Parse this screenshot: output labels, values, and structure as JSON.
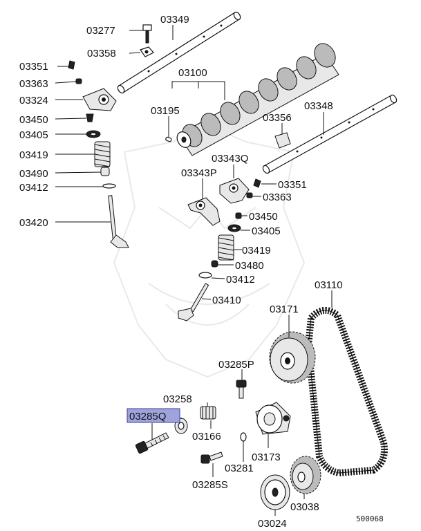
{
  "diagram": {
    "highlighted_part": "03285Q",
    "diagram_code": "500068",
    "labels": [
      {
        "id": "03349",
        "text": "03349"
      },
      {
        "id": "03277",
        "text": "03277"
      },
      {
        "id": "03358",
        "text": "03358"
      },
      {
        "id": "03351a",
        "text": "03351"
      },
      {
        "id": "03100",
        "text": "03100"
      },
      {
        "id": "03363a",
        "text": "03363"
      },
      {
        "id": "03324",
        "text": "03324"
      },
      {
        "id": "03195",
        "text": "03195"
      },
      {
        "id": "03348",
        "text": "03348"
      },
      {
        "id": "03450a",
        "text": "03450"
      },
      {
        "id": "03356",
        "text": "03356"
      },
      {
        "id": "03405a",
        "text": "03405"
      },
      {
        "id": "03419a",
        "text": "03419"
      },
      {
        "id": "03343Q",
        "text": "03343Q"
      },
      {
        "id": "03490",
        "text": "03490"
      },
      {
        "id": "03343P",
        "text": "03343P"
      },
      {
        "id": "03412a",
        "text": "03412"
      },
      {
        "id": "03351b",
        "text": "03351"
      },
      {
        "id": "03363b",
        "text": "03363"
      },
      {
        "id": "03420",
        "text": "03420"
      },
      {
        "id": "03450b",
        "text": "03450"
      },
      {
        "id": "03405b",
        "text": "03405"
      },
      {
        "id": "03419b",
        "text": "03419"
      },
      {
        "id": "03480",
        "text": "03480"
      },
      {
        "id": "03412b",
        "text": "03412"
      },
      {
        "id": "03110",
        "text": "03110"
      },
      {
        "id": "03410",
        "text": "03410"
      },
      {
        "id": "03171",
        "text": "03171"
      },
      {
        "id": "03285P",
        "text": "03285P"
      },
      {
        "id": "03258",
        "text": "03258"
      },
      {
        "id": "03285Q",
        "text": "03285Q"
      },
      {
        "id": "03166",
        "text": "03166"
      },
      {
        "id": "03173",
        "text": "03173"
      },
      {
        "id": "03281",
        "text": "03281"
      },
      {
        "id": "03285S",
        "text": "03285S"
      },
      {
        "id": "03038",
        "text": "03038"
      },
      {
        "id": "03024",
        "text": "03024"
      }
    ]
  },
  "colors": {
    "highlight_fill": "#9ea3dc",
    "highlight_border": "#3a3f9a",
    "line": "#111111",
    "watermark": "#e9e9e9"
  }
}
